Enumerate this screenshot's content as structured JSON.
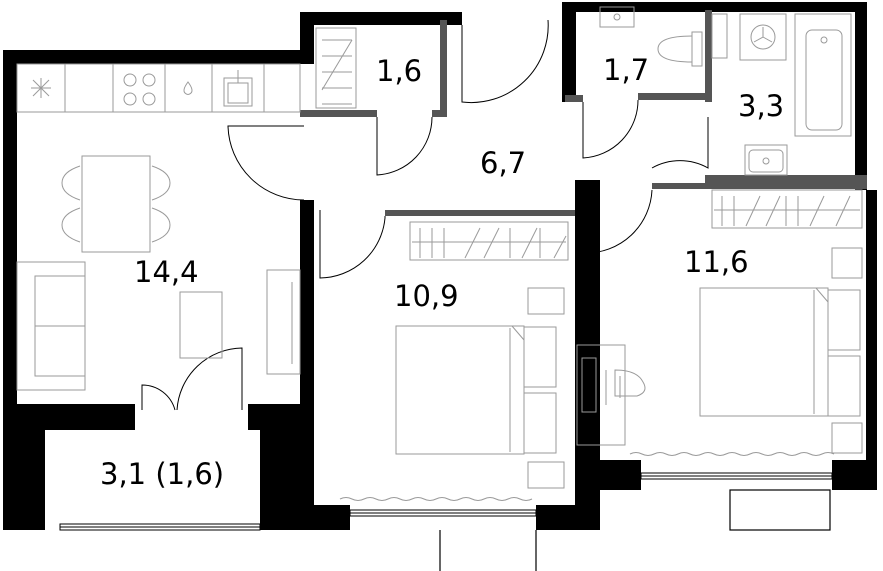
{
  "rooms": {
    "kitchen_living": "14,4",
    "storage": "1,6",
    "hall": "6,7",
    "toilet": "1,7",
    "bathroom": "3,3",
    "bedroom_1": "10,9",
    "bedroom_2": "11,6",
    "balcony": "3,1 (1,6)"
  },
  "colors": {
    "wall": "#000000",
    "partition": "#555555",
    "fixture": "#9a9a9a"
  },
  "icons": [
    "hob-icon",
    "sink-icon",
    "washing-machine-icon",
    "bathtub-icon",
    "toilet-icon",
    "bed-icon",
    "desk-chair-icon"
  ]
}
